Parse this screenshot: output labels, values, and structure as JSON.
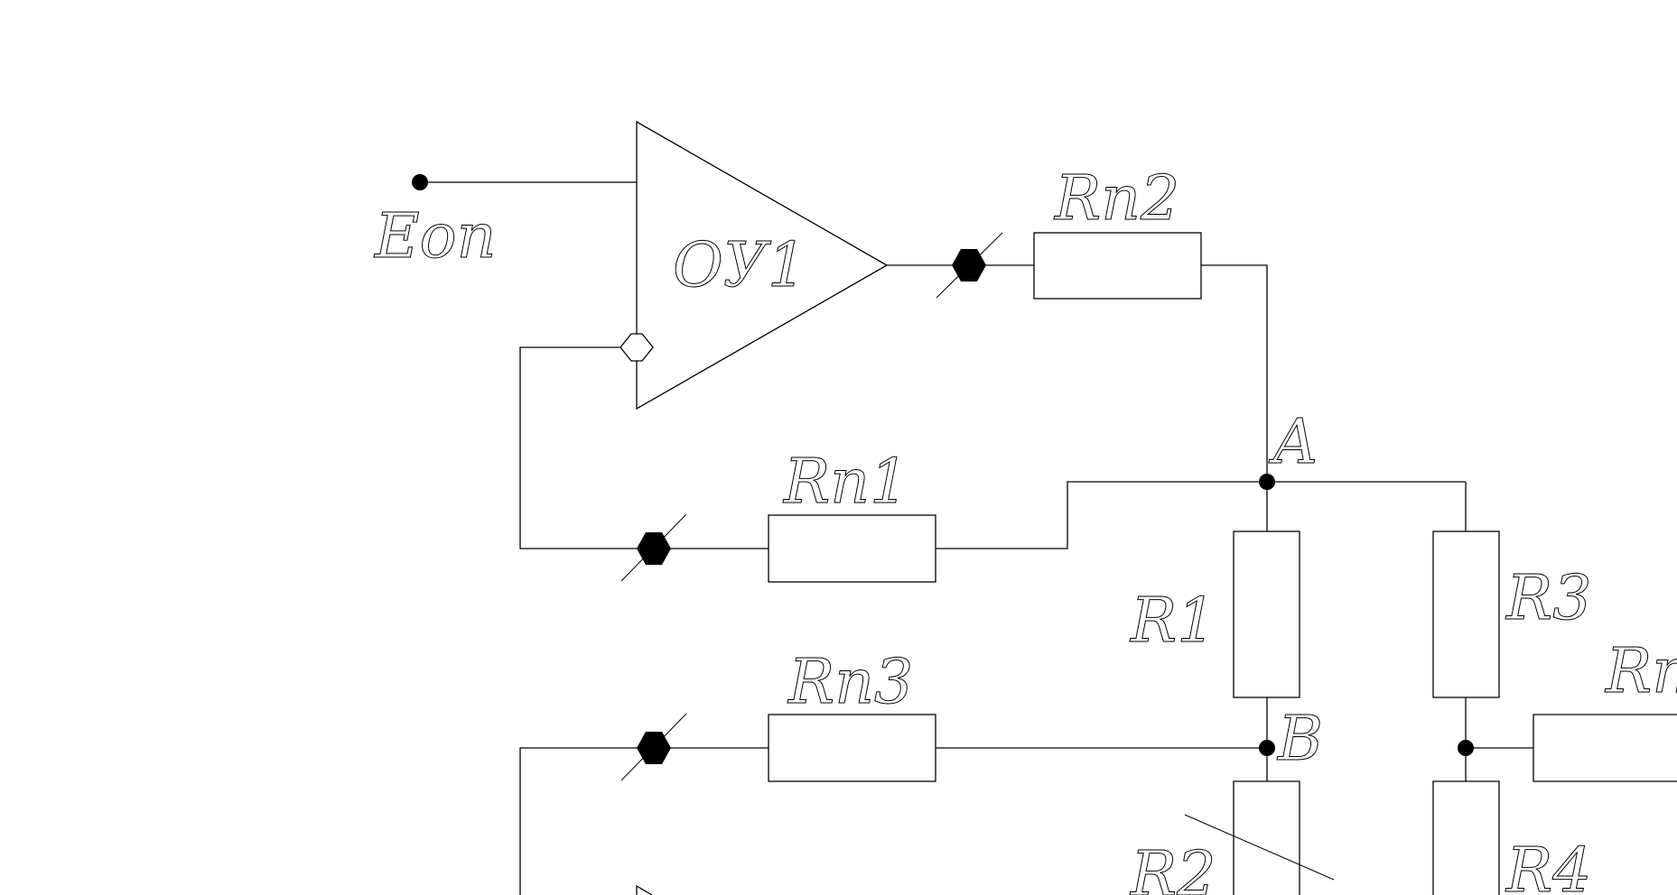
{
  "labels": {
    "eop": "Eоп",
    "oy1": "ОУ1",
    "rp1": "Rп1",
    "rp2": "Rп2",
    "rp3": "Rп3",
    "rp4": "Rп",
    "r1": "R1",
    "r2": "R2",
    "r3": "R3",
    "r4": "R4",
    "node_a": "A",
    "node_b": "B"
  }
}
